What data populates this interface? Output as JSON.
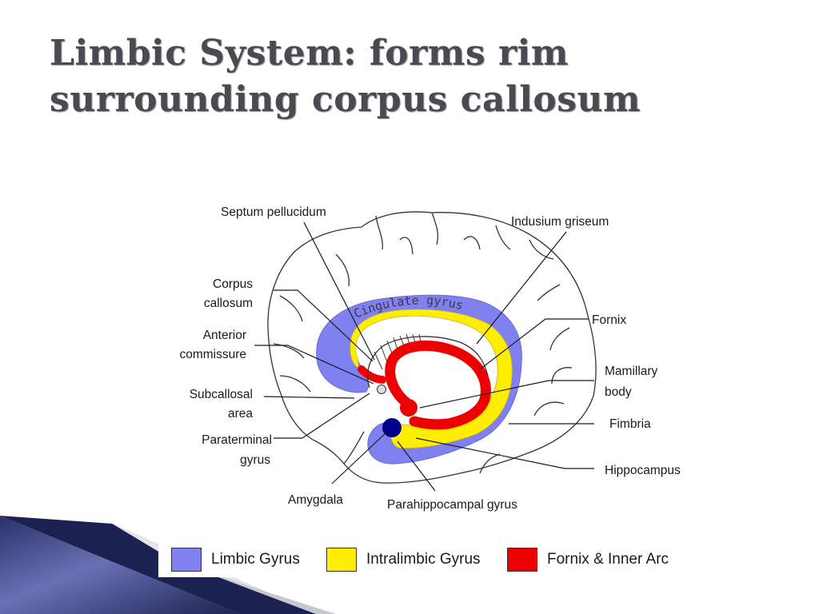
{
  "slide": {
    "title_line1": "Limbic System: forms rim",
    "title_line2": "surrounding corpus callosum"
  },
  "diagram": {
    "region_text": "Cingulate gyrus",
    "labels": {
      "septum_pellucidum": "Septum pellucidum",
      "indusium_griseum": "Indusium griseum",
      "corpus_callosum_1": "Corpus",
      "corpus_callosum_2": "callosum",
      "fornix": "Fornix",
      "anterior_commissure_1": "Anterior",
      "anterior_commissure_2": "commissure",
      "mamillary_body_1": "Mamillary",
      "mamillary_body_2": "body",
      "subcallosal_area_1": "Subcallosal",
      "subcallosal_area_2": "area",
      "fimbria": "Fimbria",
      "paraterminal_gyrus_1": "Paraterminal",
      "paraterminal_gyrus_2": "gyrus",
      "hippocampus": "Hippocampus",
      "amygdala": "Amygdala",
      "parahippocampal_gyrus": "Parahippocampal gyrus"
    },
    "colors": {
      "limbic_gyrus": "#8080f0",
      "intralimbic_gyrus": "#ffee00",
      "fornix_inner_arc": "#ee0000",
      "amygdala": "#00008b"
    }
  },
  "legend": {
    "items": [
      {
        "label": "Limbic Gyrus",
        "color": "#8080f0"
      },
      {
        "label": "Intralimbic Gyrus",
        "color": "#ffee00"
      },
      {
        "label": "Fornix & Inner Arc",
        "color": "#ee0000"
      }
    ]
  },
  "theme": {
    "title_color": "#4a4a52",
    "corner_navy": "#1c2250",
    "corner_periwinkle": "#5c62a6"
  }
}
